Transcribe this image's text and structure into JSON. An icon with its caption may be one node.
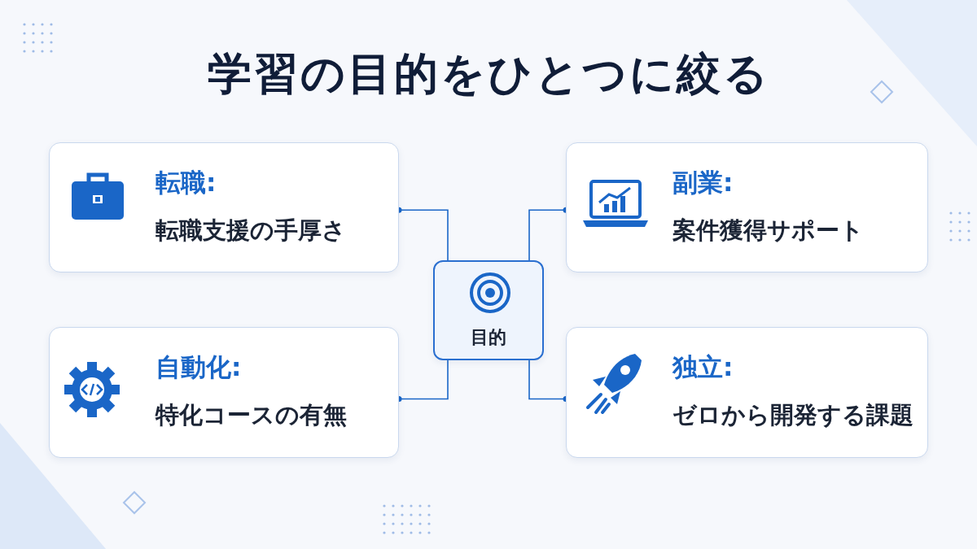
{
  "diagram": {
    "title": "学習の目的をひとつに絞る",
    "nodes": [
      {
        "text": [
          "転職:",
          "転職支援の手厚さ"
        ]
      },
      {
        "text": [
          "副業:",
          "案件獲得サポート"
        ]
      },
      {
        "text": [
          "目的"
        ]
      },
      {
        "text": [
          "自動化:",
          "特化コースの有無"
        ]
      },
      {
        "text": [
          "独立:",
          "ゼロから開発する課題"
        ]
      }
    ],
    "edges": [
      {
        "from": 2,
        "to": 0,
        "arrow": "other"
      },
      {
        "from": 2,
        "to": 1,
        "arrow": "other"
      },
      {
        "from": 2,
        "to": 3,
        "arrow": "other"
      },
      {
        "from": 2,
        "to": 4,
        "arrow": "other"
      }
    ]
  }
}
